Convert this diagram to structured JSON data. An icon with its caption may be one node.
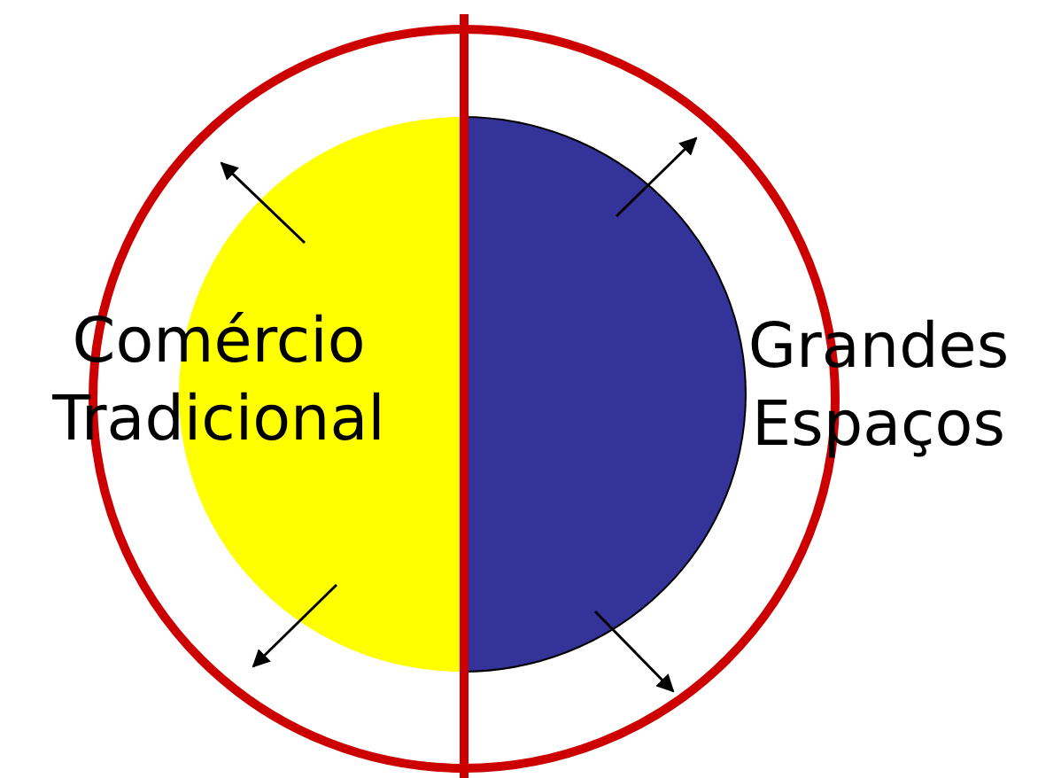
{
  "diagram": {
    "nodes": [
      {
        "text": [],
        "shape": "circle"
      },
      {
        "text": [
          "Comércio Tradicional"
        ],
        "in": 0
      },
      {
        "text": [
          "Grandes Espaços"
        ],
        "in": 0
      }
    ],
    "edges": [
      {
        "from": 1,
        "to": null,
        "arrow": "to"
      },
      {
        "from": 1,
        "to": null,
        "arrow": "to"
      },
      {
        "from": 2,
        "to": null,
        "arrow": "to"
      },
      {
        "from": 2,
        "to": null,
        "arrow": "to"
      }
    ]
  }
}
